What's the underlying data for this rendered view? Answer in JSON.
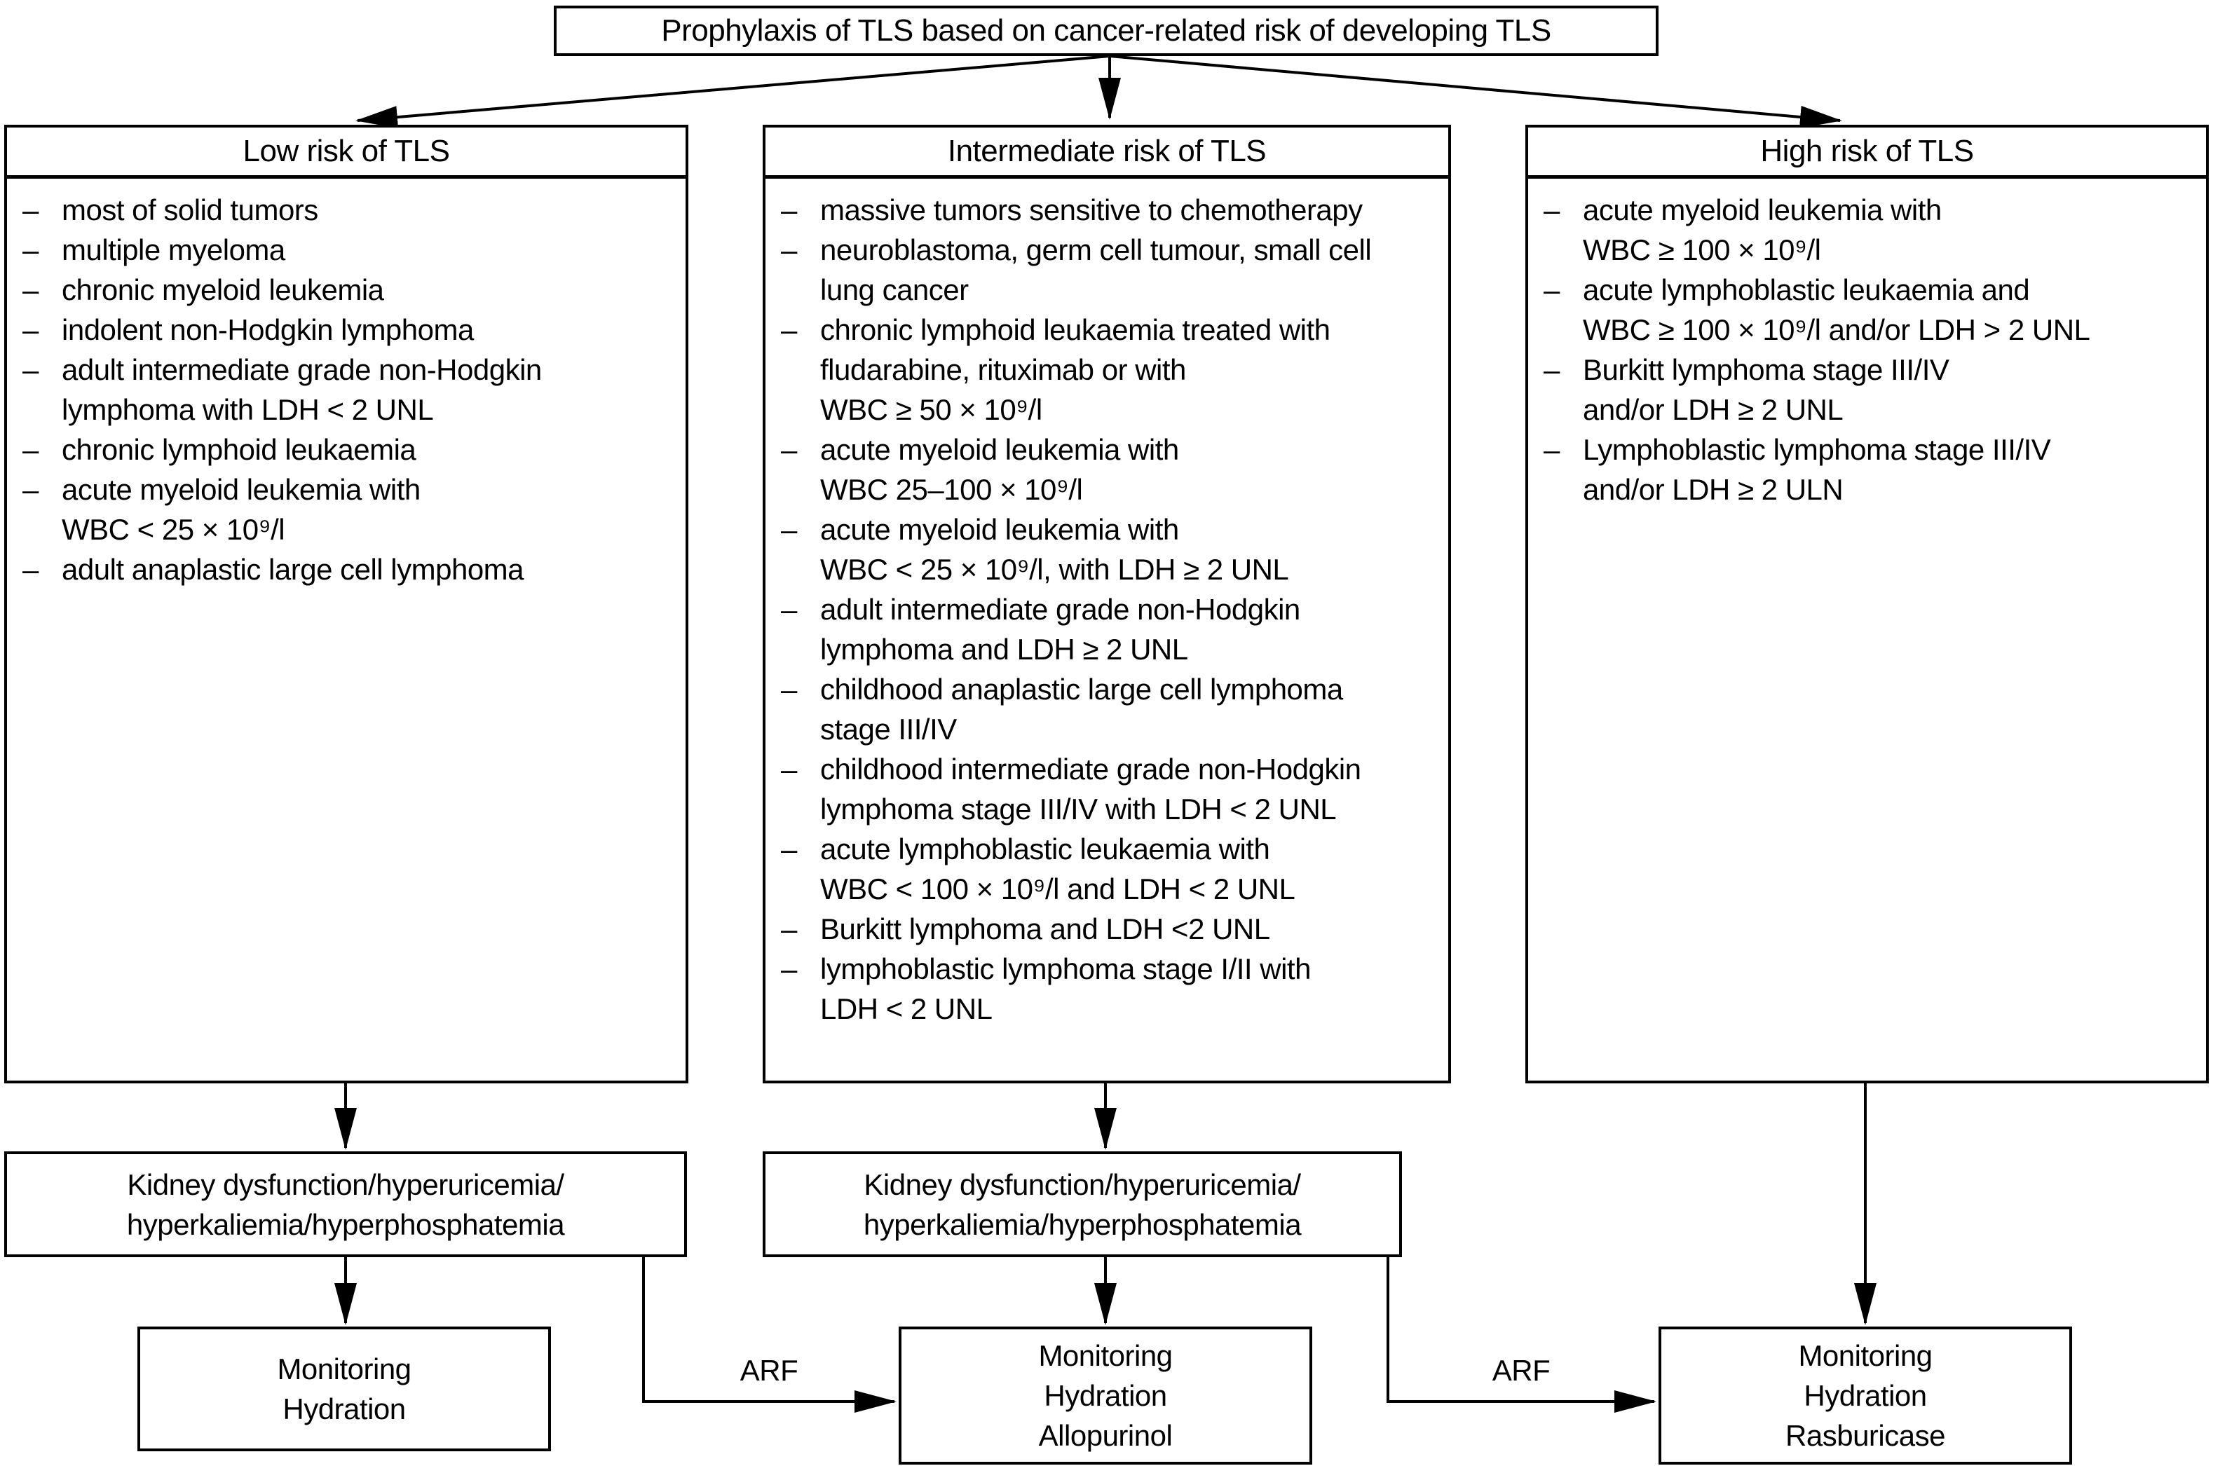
{
  "title": "Prophylaxis of TLS based on cancer-related risk of developing TLS",
  "list_marker": "–",
  "columns": [
    {
      "header": "Low risk of TLS",
      "items": [
        "most of solid tumors",
        "multiple myeloma",
        "chronic myeloid leukemia",
        "indolent non-Hodgkin lymphoma",
        "adult intermediate grade non-Hodgkin\nlymphoma with LDH < 2 UNL",
        "chronic lymphoid leukaemia",
        "acute myeloid leukemia with\nWBC < 25 × 10⁹/l",
        "adult anaplastic large cell lymphoma"
      ]
    },
    {
      "header": "Intermediate risk of TLS",
      "items": [
        "massive tumors sensitive to chemotherapy",
        "neuroblastoma, germ cell tumour, small cell\nlung cancer",
        "chronic lymphoid leukaemia treated with\nfludarabine, rituximab or with\nWBC ≥ 50 × 10⁹/l",
        "acute myeloid leukemia with\nWBC 25–100 × 10⁹/l",
        "acute myeloid leukemia with\nWBC < 25 × 10⁹/l, with LDH ≥ 2 UNL",
        "adult intermediate grade non-Hodgkin\nlymphoma and LDH ≥ 2 UNL",
        "childhood anaplastic large cell lymphoma\nstage III/IV",
        "childhood intermediate grade non-Hodgkin\nlymphoma stage III/IV with LDH < 2 UNL",
        "acute lymphoblastic leukaemia with\nWBC < 100 × 10⁹/l and LDH < 2 UNL",
        "Burkitt lymphoma and LDH <2 UNL",
        "lymphoblastic lymphoma stage I/II with\nLDH < 2 UNL"
      ]
    },
    {
      "header": "High risk of TLS",
      "items": [
        "acute myeloid leukemia with\nWBC ≥ 100 × 10⁹/l",
        "acute lymphoblastic leukaemia and\nWBC ≥ 100 × 10⁹/l and/or LDH > 2 UNL",
        "Burkitt lymphoma stage III/IV\nand/or LDH ≥ 2 UNL",
        "Lymphoblastic lymphoma stage III/IV\nand/or LDH ≥ 2 ULN"
      ]
    }
  ],
  "outcome_boxes": [
    {
      "text": "Kidney dysfunction/hyperuricemia/\nhyperkaliemia/hyperphosphatemia"
    },
    {
      "text": "Kidney dysfunction/hyperuricemia/\nhyperkaliemia/hyperphosphatemia"
    }
  ],
  "action_boxes": [
    {
      "text": "Monitoring\nHydration"
    },
    {
      "text": "Monitoring\nHydration\nAllopurinol"
    },
    {
      "text": "Monitoring\nHydration\nRasburicase"
    }
  ],
  "edge_labels": {
    "arf_left": "ARF",
    "arf_right": "ARF"
  },
  "colors": {
    "line": "#000000",
    "background": "#ffffff",
    "text": "#000000"
  }
}
